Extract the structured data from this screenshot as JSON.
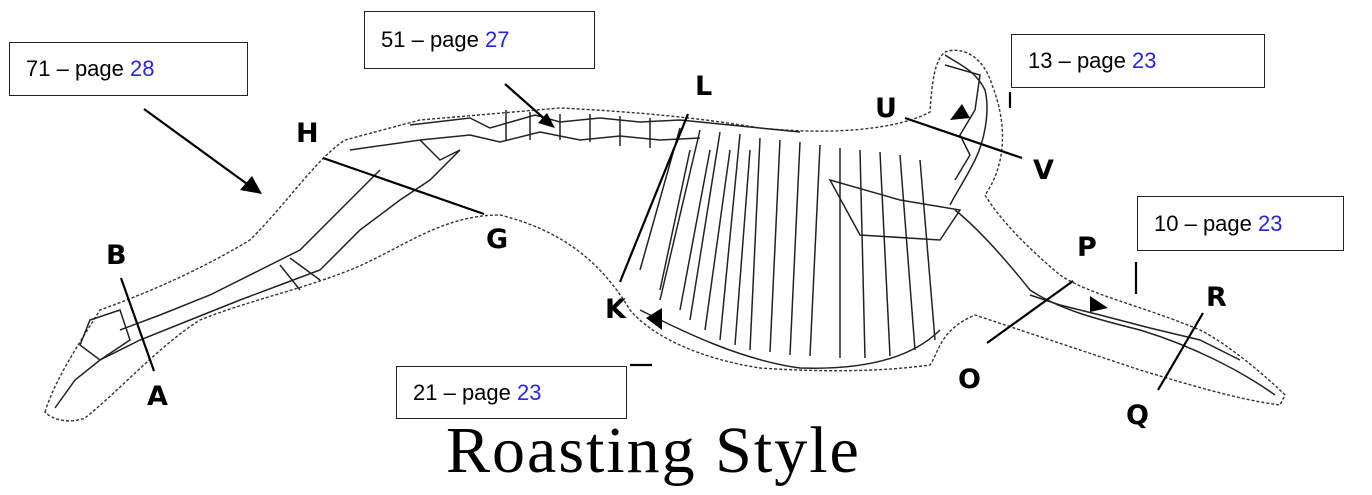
{
  "title": "Roasting Style",
  "callouts": [
    {
      "num": "71",
      "sep": " – page ",
      "page": "28"
    },
    {
      "num": "51",
      "sep": " – page ",
      "page": "27"
    },
    {
      "num": "13",
      "sep": " – page ",
      "page": "23"
    },
    {
      "num": "10",
      "sep": " – page ",
      "page": "23"
    },
    {
      "num": "21",
      "sep": " – page ",
      "page": "23"
    }
  ],
  "letters": {
    "A": "A",
    "B": "B",
    "G": "G",
    "H": "H",
    "K": "K",
    "L": "L",
    "O": "O",
    "P": "P",
    "Q": "Q",
    "R": "R",
    "U": "U",
    "V": "V"
  },
  "colors": {
    "page_link": "#2525e6",
    "ink": "#000000"
  }
}
